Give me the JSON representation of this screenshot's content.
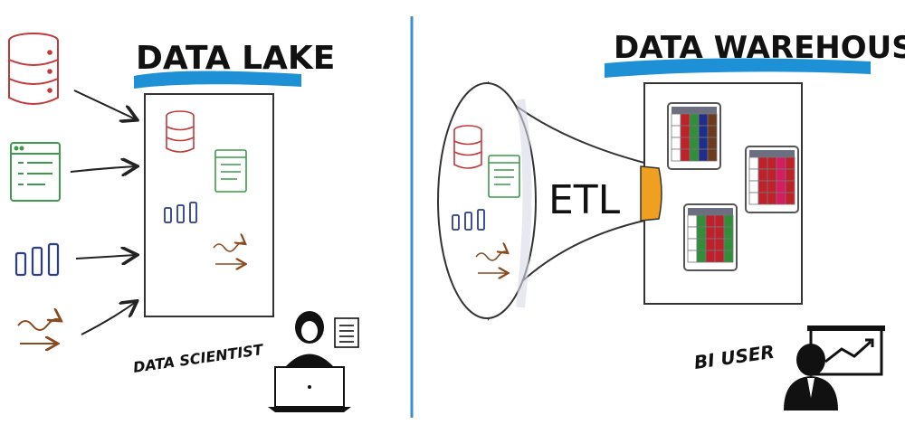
{
  "left": {
    "title": "DATA LAKE",
    "caption": "DATA SCIENTIST",
    "sources": [
      "database-icon",
      "document-icon",
      "bar-chart-icon",
      "stream-icon"
    ]
  },
  "right": {
    "title": "DATA WAREHOUSE",
    "funnel_label": "ETL",
    "caption": "BI USER",
    "tables": [
      {
        "colors": [
          "#c0202a",
          "#2f8f3a",
          "#1f2e8a",
          "#6b3b1f"
        ]
      },
      {
        "colors": [
          "#c0202a",
          "#c0202a",
          "#d81b60",
          "#c0202a"
        ]
      },
      {
        "colors": [
          "#2f8f3a",
          "#c0202a",
          "#c0202a",
          "#2f8f3a"
        ]
      }
    ]
  },
  "colors": {
    "highlight": "#1e90d6",
    "divider": "#3a8fd0",
    "database": "#c0393b",
    "document": "#3d9a4b",
    "chart": "#2a3d8f",
    "stream": "#8a4a20",
    "connector": "#f0a020"
  }
}
